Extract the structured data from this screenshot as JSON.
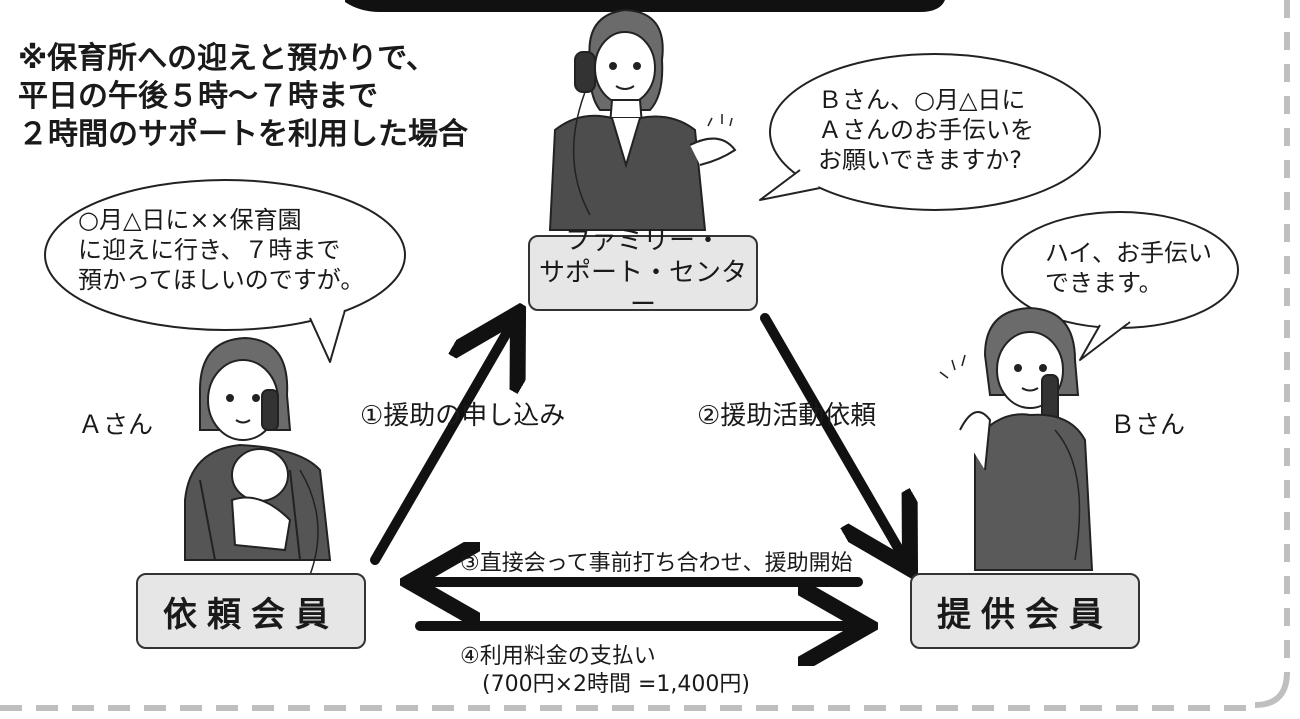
{
  "note": {
    "lines": [
      "※保育所への迎えと預かりで、",
      "平日の午後５時～７時まで",
      "２時間のサポートを利用した場合"
    ]
  },
  "bubbles": {
    "a": {
      "lines": [
        "○月△日に××保育園",
        "に迎えに行き、７時まで",
        "預かってほしいのですが。"
      ]
    },
    "center": {
      "lines": [
        "Ｂさん、○月△日に",
        "Ａさんのお手伝いを",
        "お願いできますか?"
      ]
    },
    "b": {
      "lines": [
        "ハイ、お手伝い",
        "できます。"
      ]
    }
  },
  "boxes": {
    "center": {
      "lines": [
        "ファミリー・",
        "サポート・センター"
      ]
    },
    "requester": "依頼会員",
    "provider": "提供会員"
  },
  "persons": {
    "a": "Ａさん",
    "b": "Ｂさん"
  },
  "steps": {
    "s1": "①援助の申し込み",
    "s2": "②援助活動依頼",
    "s3": "③直接会って事前打ち合わせ、援助開始",
    "s4": "④利用料金の支払い",
    "s4_detail": "(700円×2時間 =1,400円)"
  },
  "colors": {
    "box_fill": "#e6e6e6",
    "arrow": "#111111",
    "frame_dash": "#bfbfbf"
  }
}
